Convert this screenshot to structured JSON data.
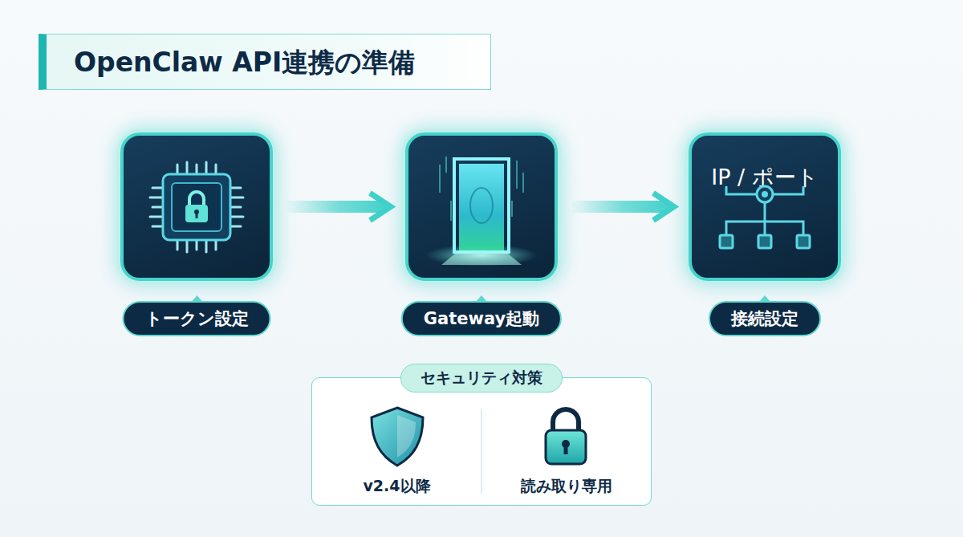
{
  "diagram": {
    "title": "OpenClaw API連携の準備",
    "nodes": [
      {
        "text": [
          "トークン設定"
        ]
      },
      {
        "text": [
          "Gateway起動"
        ]
      },
      {
        "text": [
          "IP / ポート",
          "接続設定"
        ]
      },
      {
        "text": [
          "セキュリティ対策",
          "v2.4以降",
          "読み取り専用"
        ]
      }
    ],
    "edges": [
      {
        "from": 0,
        "to": 1,
        "arrow": "to"
      },
      {
        "from": 1,
        "to": 2,
        "arrow": "to"
      }
    ]
  }
}
